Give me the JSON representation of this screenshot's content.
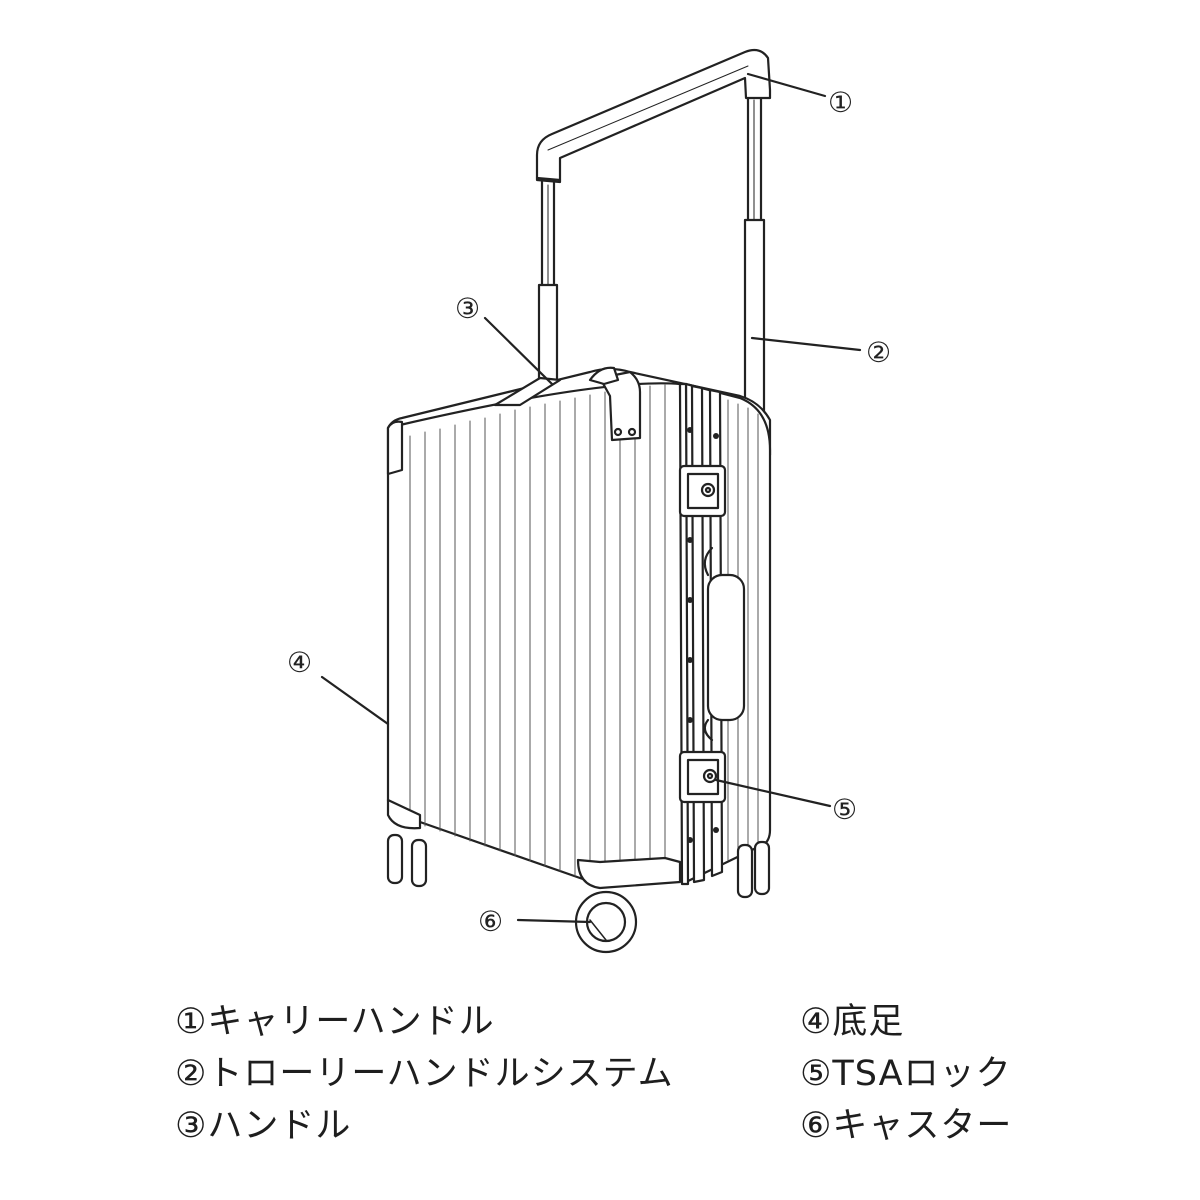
{
  "callouts": [
    "①",
    "②",
    "③",
    "④",
    "⑤",
    "⑥"
  ],
  "legend": {
    "left": [
      "①キャリーハンドル",
      "②トローリーハンドルシステム",
      "③ハンドル"
    ],
    "right": [
      "④底足",
      "⑤TSAロック",
      "⑥キャスター"
    ]
  }
}
